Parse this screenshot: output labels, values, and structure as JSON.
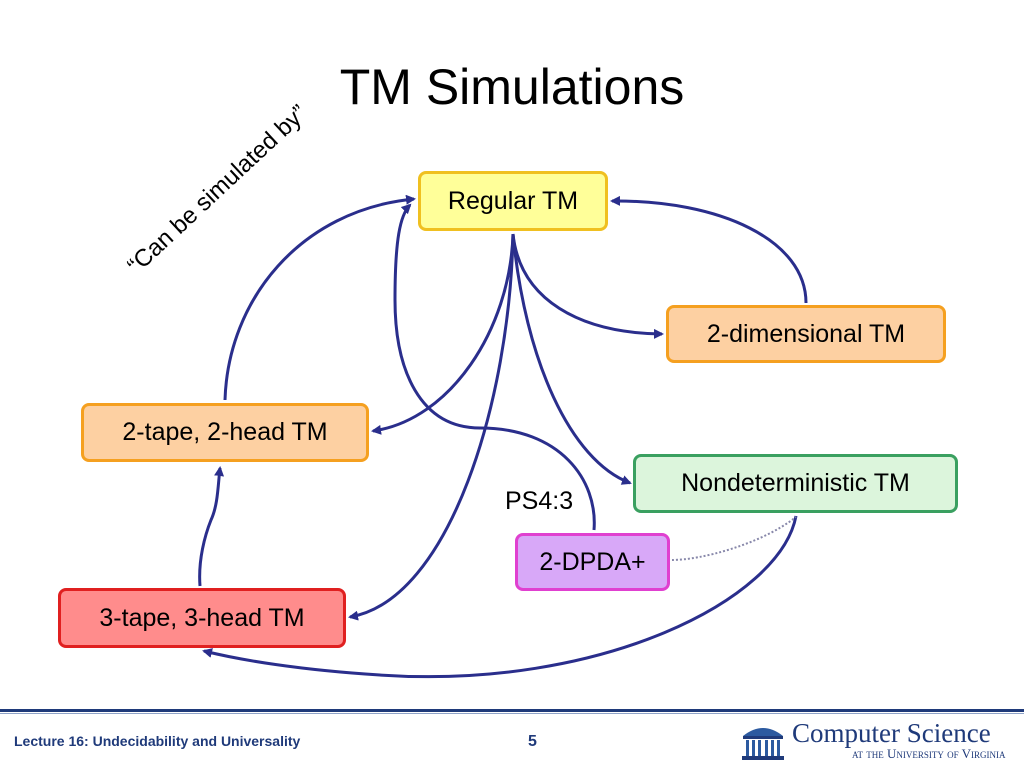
{
  "slide": {
    "title": "TM Simulations",
    "annotation": "“Can be simulated by”",
    "ps_label": "PS4:3"
  },
  "nodes": {
    "regular": "Regular TM",
    "two_dimensional": "2-dimensional TM",
    "two_tape": "2-tape, 2-head TM",
    "nondeterministic": "Nondeterministic TM",
    "dpda": "2-DPDA+",
    "three_tape": "3-tape, 3-head TM"
  },
  "footer": {
    "lecture": "Lecture 16: Undecidability and Universality",
    "page": "5",
    "logo_main": "Computer Science",
    "logo_sub": "at the University of Virginia"
  },
  "colors": {
    "arrow": "#2a2e8c",
    "footer": "#1f3a7a"
  }
}
